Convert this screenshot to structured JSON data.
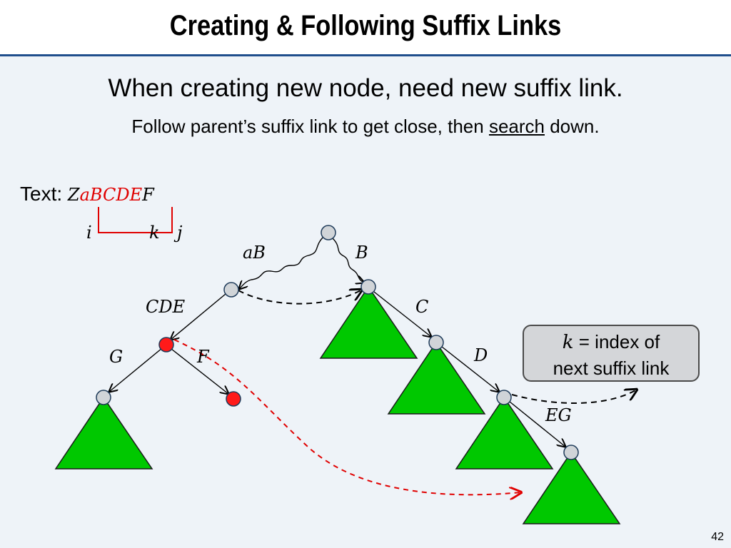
{
  "title": "Creating & Following Suffix Links",
  "headline": "When creating new node, need new suffix link.",
  "subline": {
    "before": "Follow parent’s suffix link to get close, then ",
    "underlined": "search",
    "after": " down."
  },
  "text_label": {
    "prefix": "Text: ",
    "z": "Z",
    "highlight": "aBCDE",
    "f": "F",
    "i": "i",
    "k": "k",
    "j": "j"
  },
  "edge_labels": {
    "aB": "aB",
    "B": "B",
    "CDE": "CDE",
    "C": "C",
    "G": "G",
    "F": "F",
    "D": "D",
    "EG": "EG"
  },
  "callout": {
    "var": "k",
    "line1_rest": " = index of",
    "line2": "next suffix link"
  },
  "slide_number": "42",
  "colors": {
    "node_gray": "#d0d4d8",
    "node_red": "#ff1a1a",
    "subtree_green": "#00c800",
    "red_link": "#e00000",
    "title_rule": "#1f4e8c"
  }
}
